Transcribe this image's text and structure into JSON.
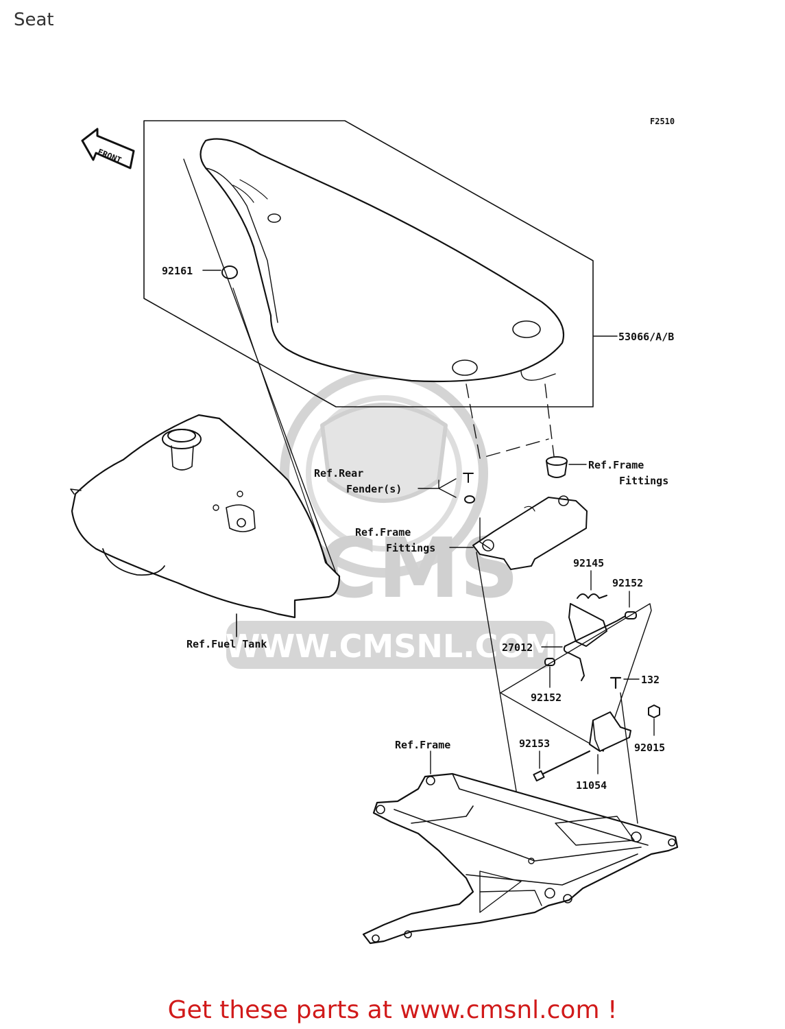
{
  "page": {
    "title": "Seat",
    "footer": "Get these parts at www.cmsnl.com !"
  },
  "diagram": {
    "code": "F2510",
    "front_label": "FRONT",
    "watermark": {
      "brand": "CMS",
      "url": "WWW.CMSNL.COM"
    },
    "labels": {
      "seat": "53066/A/B",
      "grommet": "92161",
      "ref_rear_fender_1": "Ref.Rear",
      "ref_rear_fender_2": "Fender(s)",
      "ref_frame_fittings_top_1": "Ref.Frame",
      "ref_frame_fittings_top_2": "Fittings",
      "ref_frame_fittings_mid_1": "Ref.Frame",
      "ref_frame_fittings_mid_2": "Fittings",
      "ref_fuel_tank": "Ref.Fuel Tank",
      "spring": "92145",
      "collar_upper": "92152",
      "latch": "27012",
      "collar_lower": "92152",
      "bolt_small": "132",
      "nut": "92015",
      "bolt_long": "92153",
      "bracket": "11054",
      "ref_frame": "Ref.Frame"
    },
    "colors": {
      "line": "#111111",
      "watermark": "#c8c8c8",
      "footer": "#d11a1a"
    }
  }
}
